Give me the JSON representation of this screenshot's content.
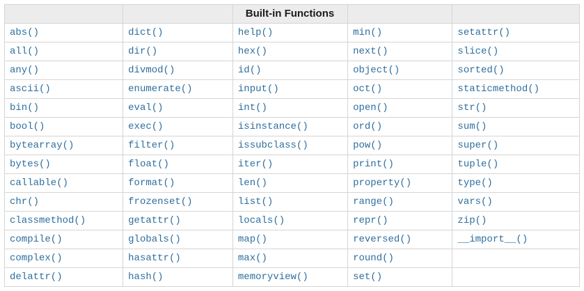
{
  "table": {
    "title": "Built-in Functions",
    "colors": {
      "link": "#2e6e9e",
      "header_background": "#ececec",
      "border": "#d5d5d5",
      "header_text": "#1a1a1a",
      "page_background": "#ffffff"
    },
    "rows": [
      [
        "abs()",
        "dict()",
        "help()",
        "min()",
        "setattr()"
      ],
      [
        "all()",
        "dir()",
        "hex()",
        "next()",
        "slice()"
      ],
      [
        "any()",
        "divmod()",
        "id()",
        "object()",
        "sorted()"
      ],
      [
        "ascii()",
        "enumerate()",
        "input()",
        "oct()",
        "staticmethod()"
      ],
      [
        "bin()",
        "eval()",
        "int()",
        "open()",
        "str()"
      ],
      [
        "bool()",
        "exec()",
        "isinstance()",
        "ord()",
        "sum()"
      ],
      [
        "bytearray()",
        "filter()",
        "issubclass()",
        "pow()",
        "super()"
      ],
      [
        "bytes()",
        "float()",
        "iter()",
        "print()",
        "tuple()"
      ],
      [
        "callable()",
        "format()",
        "len()",
        "property()",
        "type()"
      ],
      [
        "chr()",
        "frozenset()",
        "list()",
        "range()",
        "vars()"
      ],
      [
        "classmethod()",
        "getattr()",
        "locals()",
        "repr()",
        "zip()"
      ],
      [
        "compile()",
        "globals()",
        "map()",
        "reversed()",
        "__import__()"
      ],
      [
        "complex()",
        "hasattr()",
        "max()",
        "round()",
        ""
      ],
      [
        "delattr()",
        "hash()",
        "memoryview()",
        "set()",
        ""
      ]
    ]
  }
}
